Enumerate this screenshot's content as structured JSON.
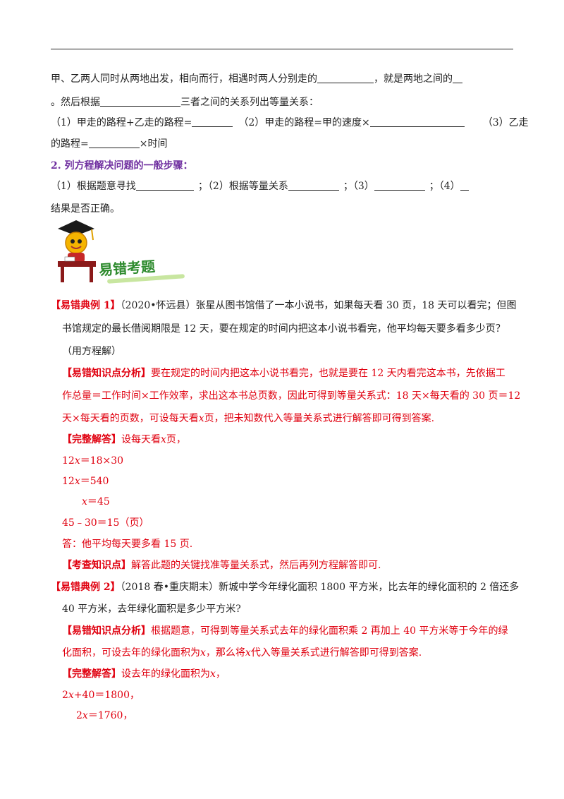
{
  "intro": {
    "line1_a": "甲、乙两人同时从两地出发，相向而行，相遇时两人分别走的",
    "line1_b": "，就是两地之间的",
    "line2_a": "。然后根据",
    "line2_b": "三者之间的关系列出等量关系：",
    "line3_a": "（1）甲走的路程+乙走的路程=",
    "line3_b": "（2）甲走的路程=甲的速度×",
    "line3_c": "（3）乙走",
    "line4_a": "的路程=",
    "line4_b": "×时间"
  },
  "steps": {
    "heading": "2. 列方程解决问题的一般步骤：",
    "line1_a": "（1）根据题意寻找",
    "line1_b": "；（2）根据等量关系",
    "line1_c": "；（3）",
    "line1_d": "；（4）",
    "line2": "结果是否正确。"
  },
  "banner": {
    "title": "易错考题",
    "icon": "graduate-mascot-icon"
  },
  "example1": {
    "tag": "【易错典例 1】",
    "line1": "（2020•怀远县）张星从图书馆借了一本小说书，如果每天看 30 页，18 天可以看完；但图",
    "line2": "书馆规定的最长借阅期限是 12 天，要在规定的时间内把这本小说书看完，他平均每天要多看多少页？",
    "line3": "（用方程解）",
    "analysis_tag": "【易错知识点分析】",
    "analysis1": "要在规定的时间内把这本小说书看完，也就是要在 12 天内看完这本书，先依据工",
    "analysis2": "作总量＝工作时间×工作效率，求出这本书总页数，因此可得到等量关系式：18 天×每天看的 30 页＝12",
    "analysis3_a": "天×每天看的页数，可设每天看",
    "analysis3_x": "x",
    "analysis3_b": "页，把未知数代入等量关系式进行解答即可得到答案.",
    "answer_tag": "【完整解答】",
    "answer_a": "设每天看",
    "answer_x": "x",
    "answer_b": "页，",
    "eq1_a": "12",
    "eq1_x": "x",
    "eq1_b": "＝18×30",
    "eq2_a": "12",
    "eq2_x": "x",
    "eq2_b": "＝540",
    "eq3_x": "x",
    "eq3_b": "＝45",
    "eq4": "45﹣30＝15（页）",
    "conclusion": "答：他平均每天要多看 15 页.",
    "exam_tag": "【考查知识点】",
    "exam_text": "解答此题的关键找准等量关系式，然后再列方程解答即可."
  },
  "example2": {
    "tag": "【易错典例 2】",
    "line1": "（2018 春•重庆期末）新城中学今年绿化面积 1800 平方米，比去年的绿化面积的 2 倍还多",
    "line2": "40 平方米，去年绿化面积是多少平方米?",
    "analysis_tag": "【易错知识点分析】",
    "analysis1": "根据题意，可得到等量关系式去年的绿化面积乘 2 再加上 40 平方米等于今年的绿",
    "analysis2_a": "化面积，可设去年的绿化面积为",
    "analysis2_x": "x",
    "analysis2_b": "，那么将",
    "analysis2_x2": "x",
    "analysis2_c": "代入等量关系式进行解答即可得到答案.",
    "answer_tag": "【完整解答】",
    "answer_a": "设去年的绿化面积为",
    "answer_x": "x",
    "answer_b": "，",
    "eq1_a": "2",
    "eq1_x": "x",
    "eq1_b": "+40＝1800，",
    "eq2_a": "2",
    "eq2_x": "x",
    "eq2_b": "＝1760，"
  }
}
